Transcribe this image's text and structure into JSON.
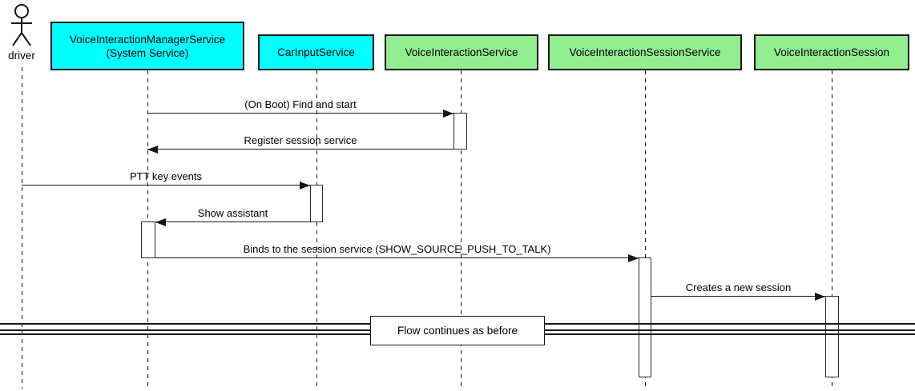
{
  "actor": {
    "label": "driver"
  },
  "participants": [
    {
      "line1": "VoiceInteractionManagerService",
      "line2": "(System Service)",
      "fill": "#00ffff"
    },
    {
      "line1": "CarInputService",
      "fill": "#00ffff"
    },
    {
      "line1": "VoiceInteractionService",
      "fill": "#90ee90"
    },
    {
      "line1": "VoiceInteractionSessionService",
      "fill": "#90ee90"
    },
    {
      "line1": "VoiceInteractionSession",
      "fill": "#90ee90"
    }
  ],
  "messages": [
    {
      "label": "(On Boot) Find and start",
      "from": "VoiceInteractionManagerService",
      "to": "VoiceInteractionService"
    },
    {
      "label": "Register session service",
      "from": "VoiceInteractionService",
      "to": "VoiceInteractionManagerService"
    },
    {
      "label": "PTT key events",
      "from": "driver",
      "to": "CarInputService"
    },
    {
      "label": "Show assistant",
      "from": "CarInputService",
      "to": "VoiceInteractionManagerService"
    },
    {
      "label": "Binds to the session service (SHOW_SOURCE_PUSH_TO_TALK)",
      "from": "VoiceInteractionManagerService",
      "to": "VoiceInteractionSessionService"
    },
    {
      "label": "Creates a new session",
      "from": "VoiceInteractionSessionService",
      "to": "VoiceInteractionSession"
    }
  ],
  "divider": {
    "label": "Flow continues as before"
  },
  "colors": {
    "participant_cyan": "#00ffff",
    "participant_green": "#90ee90",
    "line": "#161616",
    "background": "#ffffff"
  }
}
